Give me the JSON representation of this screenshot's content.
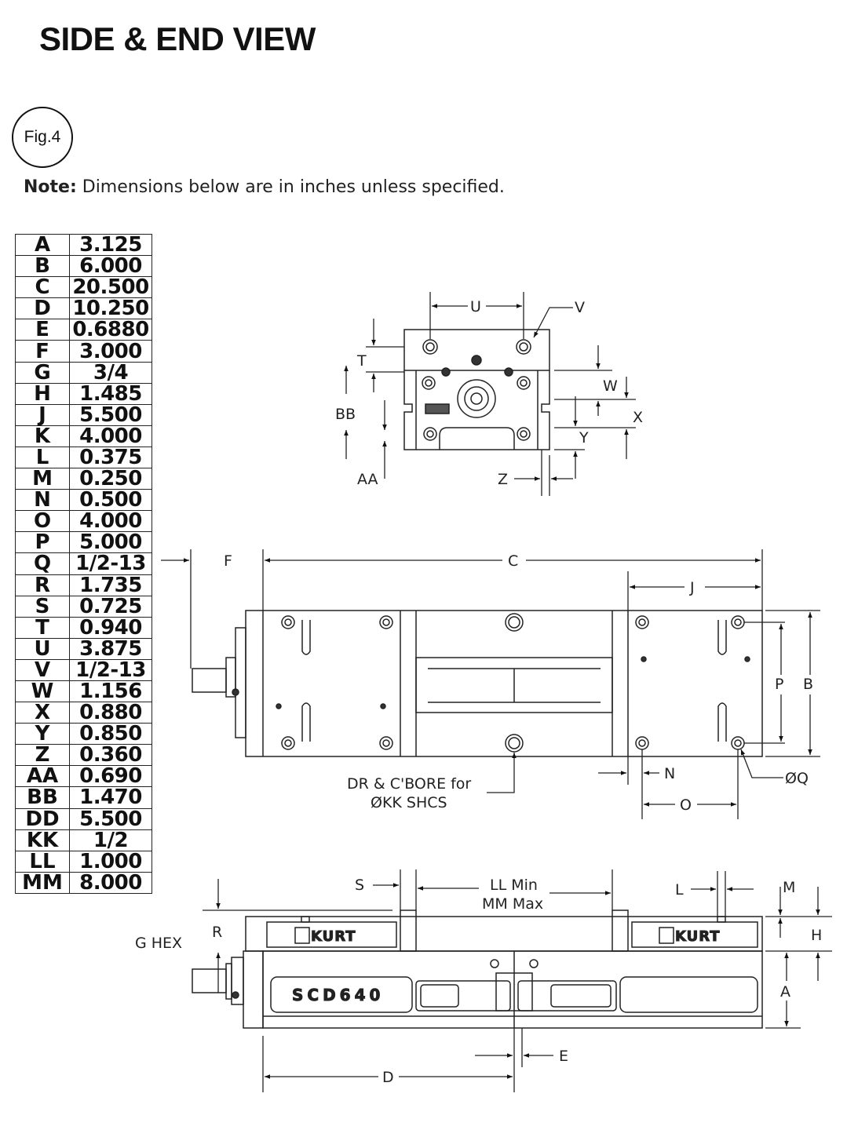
{
  "page": {
    "title": "SIDE & END VIEW",
    "figure_label": "Fig.4",
    "note_bold": "Note:",
    "note_text": " Dimensions below are in inches unless specified."
  },
  "dimensions": [
    {
      "key": "A",
      "value": "3.125"
    },
    {
      "key": "B",
      "value": "6.000"
    },
    {
      "key": "C",
      "value": "20.500"
    },
    {
      "key": "D",
      "value": "10.250"
    },
    {
      "key": "E",
      "value": "0.6880"
    },
    {
      "key": "F",
      "value": "3.000"
    },
    {
      "key": "G",
      "value": "3/4"
    },
    {
      "key": "H",
      "value": "1.485"
    },
    {
      "key": "J",
      "value": "5.500"
    },
    {
      "key": "K",
      "value": "4.000"
    },
    {
      "key": "L",
      "value": "0.375"
    },
    {
      "key": "M",
      "value": "0.250"
    },
    {
      "key": "N",
      "value": "0.500"
    },
    {
      "key": "O",
      "value": "4.000"
    },
    {
      "key": "P",
      "value": "5.000"
    },
    {
      "key": "Q",
      "value": "1/2-13"
    },
    {
      "key": "R",
      "value": "1.735"
    },
    {
      "key": "S",
      "value": "0.725"
    },
    {
      "key": "T",
      "value": "0.940"
    },
    {
      "key": "U",
      "value": "3.875"
    },
    {
      "key": "V",
      "value": "1/2-13"
    },
    {
      "key": "W",
      "value": "1.156"
    },
    {
      "key": "X",
      "value": "0.880"
    },
    {
      "key": "Y",
      "value": "0.850"
    },
    {
      "key": "Z",
      "value": "0.360"
    },
    {
      "key": "AA",
      "value": "0.690"
    },
    {
      "key": "BB",
      "value": "1.470"
    },
    {
      "key": "DD",
      "value": "5.500"
    },
    {
      "key": "KK",
      "value": "1/2"
    },
    {
      "key": "LL",
      "value": "1.000"
    },
    {
      "key": "MM",
      "value": "8.000"
    }
  ],
  "drawing": {
    "end_view": {
      "label_u": "U",
      "label_v": "V",
      "label_t": "T",
      "label_w": "W",
      "label_bb": "BB",
      "label_x": "X",
      "label_y": "Y",
      "label_aa": "AA",
      "label_z": "Z"
    },
    "top_view": {
      "label_f": "F",
      "label_c": "C",
      "label_j": "J",
      "label_p": "P",
      "label_b": "B",
      "label_n": "N",
      "label_q": "ØQ",
      "label_o": "O",
      "callout_line1": "DR & C'BORE for",
      "callout_line2": "ØKK SHCS"
    },
    "side_view": {
      "label_s": "S",
      "label_ll": "LL Min",
      "label_mm": "MM Max",
      "label_l": "L",
      "label_m": "M",
      "label_r": "R",
      "label_h": "H",
      "label_ghex": "G HEX",
      "label_a": "A",
      "label_e": "E",
      "label_d": "D",
      "brand_left": "KURT",
      "brand_right": "KURT",
      "model": "SCD640"
    }
  }
}
